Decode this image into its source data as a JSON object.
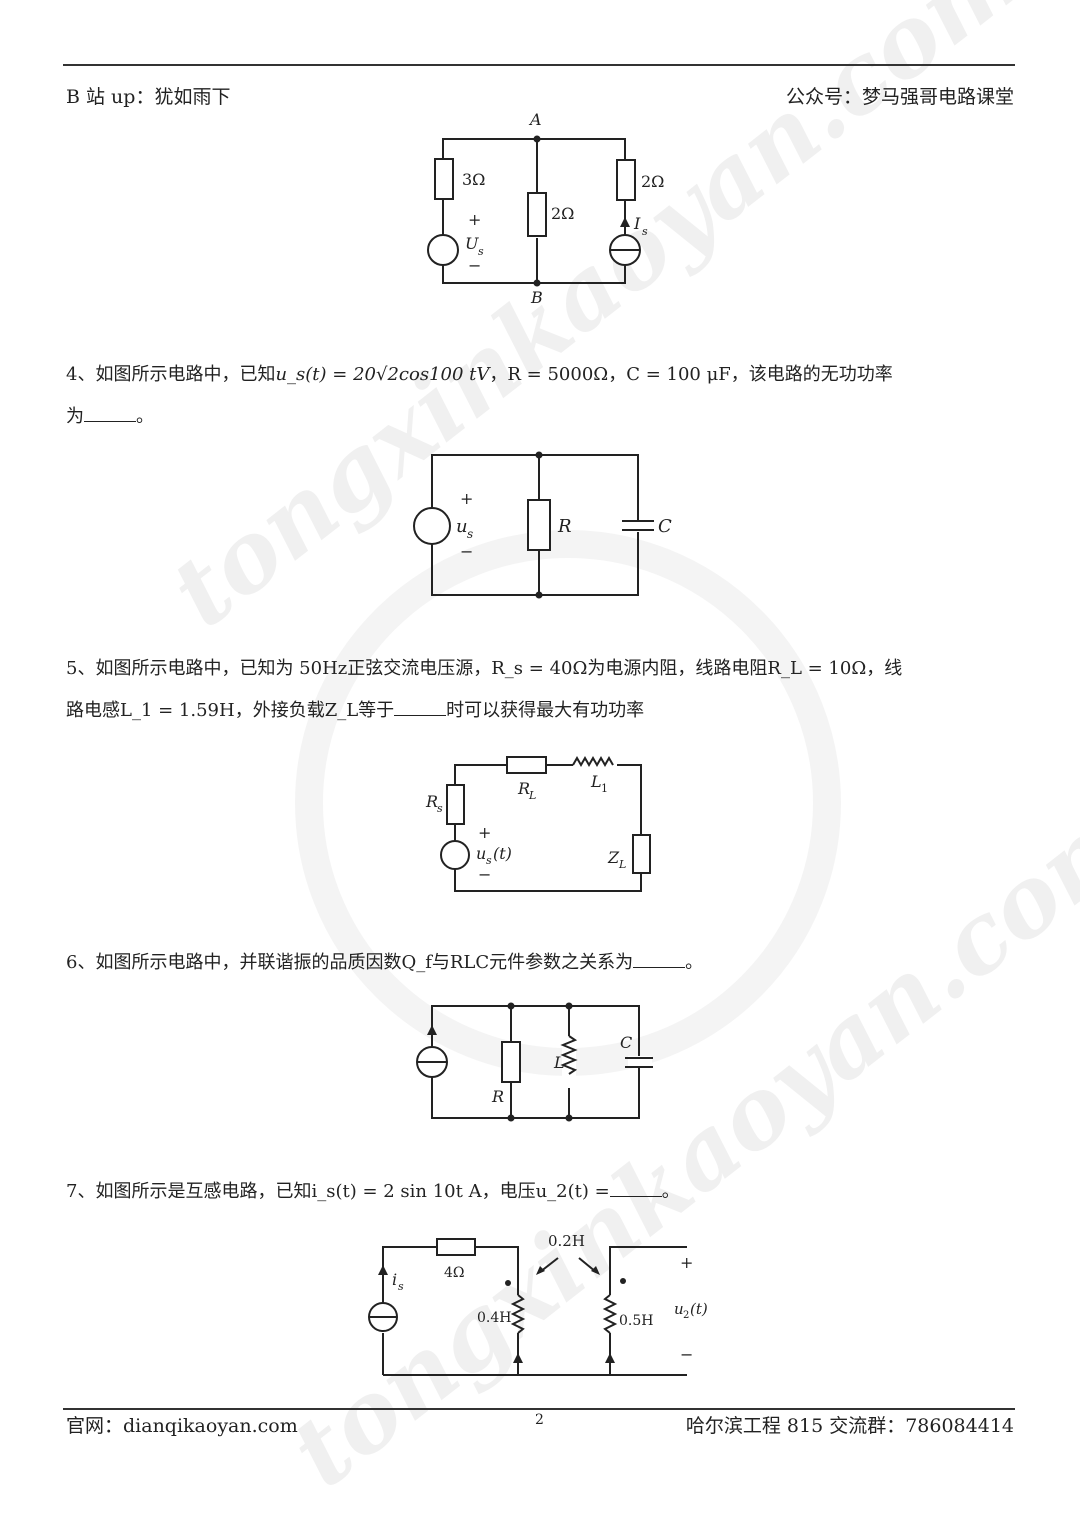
{
  "header": {
    "left": "B 站 up：犹如雨下",
    "right": "公众号：梦马强哥电路课堂"
  },
  "watermarks": [
    "tongxinkaoyan.com",
    "tongxinkaoyan.com"
  ],
  "circuit3": {
    "node_a": "A",
    "node_b": "B",
    "r1": "3Ω",
    "r2": "2Ω",
    "r3": "2Ω",
    "source_v": "U",
    "source_v_sub": "s",
    "source_i": "I",
    "source_i_sub": "s",
    "plus": "+",
    "minus": "−"
  },
  "questions": [
    {
      "number": "4、",
      "text_before": "如图所示电路中，已知",
      "formula": "u_s(t) = 20√2cos100 tV",
      "params": "，R = 5000Ω，C = 100 μF，该电路的无功功率",
      "line2_prefix": "为",
      "line2_suffix": "。",
      "circuit": {
        "source": "u",
        "source_sub": "s",
        "r": "R",
        "c": "C",
        "plus": "+",
        "minus": "−"
      }
    },
    {
      "number": "5、",
      "line1": "如图所示电路中，已知为 50Hz正弦交流电压源，R_s = 40Ω为电源内阻，线路电阻R_L = 10Ω，线",
      "line2_prefix": "路电感L_1 = 1.59H，外接负载Z_L等于",
      "line2_suffix": "时可以获得最大有功功率",
      "circuit": {
        "rs": "R",
        "rs_sub": "s",
        "rl": "R",
        "rl_sub": "L",
        "l1": "L",
        "l1_sub": "1",
        "zl": "Z",
        "zl_sub": "L",
        "source": "u",
        "source_sub": "s",
        "source_arg": "(t)",
        "plus": "+",
        "minus": "−"
      }
    },
    {
      "number": "6、",
      "text": "如图所示电路中，并联谐振的品质因数Q_f与RLC元件参数之关系为",
      "suffix": "。",
      "circuit": {
        "r": "R",
        "l": "L",
        "c": "C"
      }
    },
    {
      "number": "7、",
      "text": "如图所示是互感电路，已知i_s(t) = 2 sin 10t A，电压u_2(t) =",
      "suffix": "。",
      "circuit": {
        "is": "i",
        "is_sub": "s",
        "r": "4Ω",
        "l1": "0.4H",
        "l2": "0.5H",
        "m": "0.2H",
        "u2": "u",
        "u2_sub": "2",
        "u2_arg": "(t)",
        "plus": "+",
        "minus": "−"
      }
    }
  ],
  "footer": {
    "left": "官网：dianqikaoyan.com",
    "page": "2",
    "right": "哈尔滨工程 815 交流群：786084414"
  }
}
